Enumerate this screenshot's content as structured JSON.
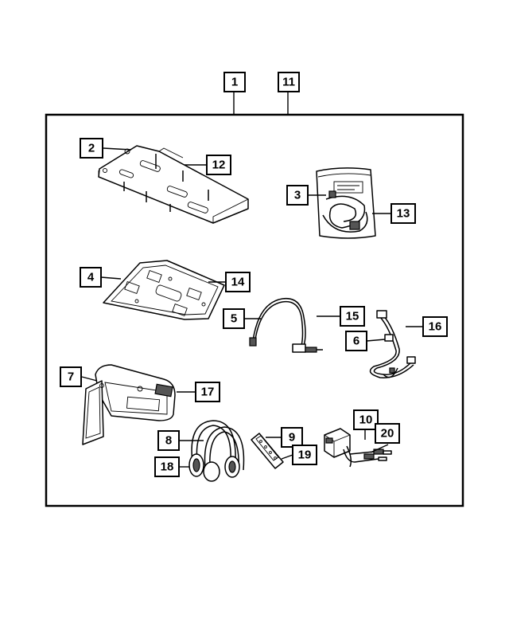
{
  "diagram": {
    "outline_color": "#000000",
    "background": "#ffffff",
    "callouts": {
      "c1": "1",
      "c2": "2",
      "c3": "3",
      "c4": "4",
      "c5": "5",
      "c6": "6",
      "c7": "7",
      "c8": "8",
      "c9": "9",
      "c10": "10",
      "c11": "11",
      "c12": "12",
      "c13": "13",
      "c14": "14",
      "c15": "15",
      "c16": "16",
      "c17": "17",
      "c18": "18",
      "c19": "19",
      "c20": "20"
    },
    "parts": [
      {
        "id": "mounting-bracket",
        "icon": "bracket-plate-icon"
      },
      {
        "id": "wiring-kit-bag",
        "icon": "parts-bag-icon"
      },
      {
        "id": "trim-plate",
        "icon": "trim-plate-icon"
      },
      {
        "id": "video-cable",
        "icon": "cable-icon"
      },
      {
        "id": "wiring-harness",
        "icon": "harness-icon"
      },
      {
        "id": "overhead-video-screen",
        "icon": "video-screen-icon"
      },
      {
        "id": "wireless-headphones",
        "icon": "headphones-icon"
      },
      {
        "id": "remote-control",
        "icon": "remote-control-icon"
      },
      {
        "id": "aux-input-module",
        "icon": "aux-module-icon"
      }
    ]
  }
}
